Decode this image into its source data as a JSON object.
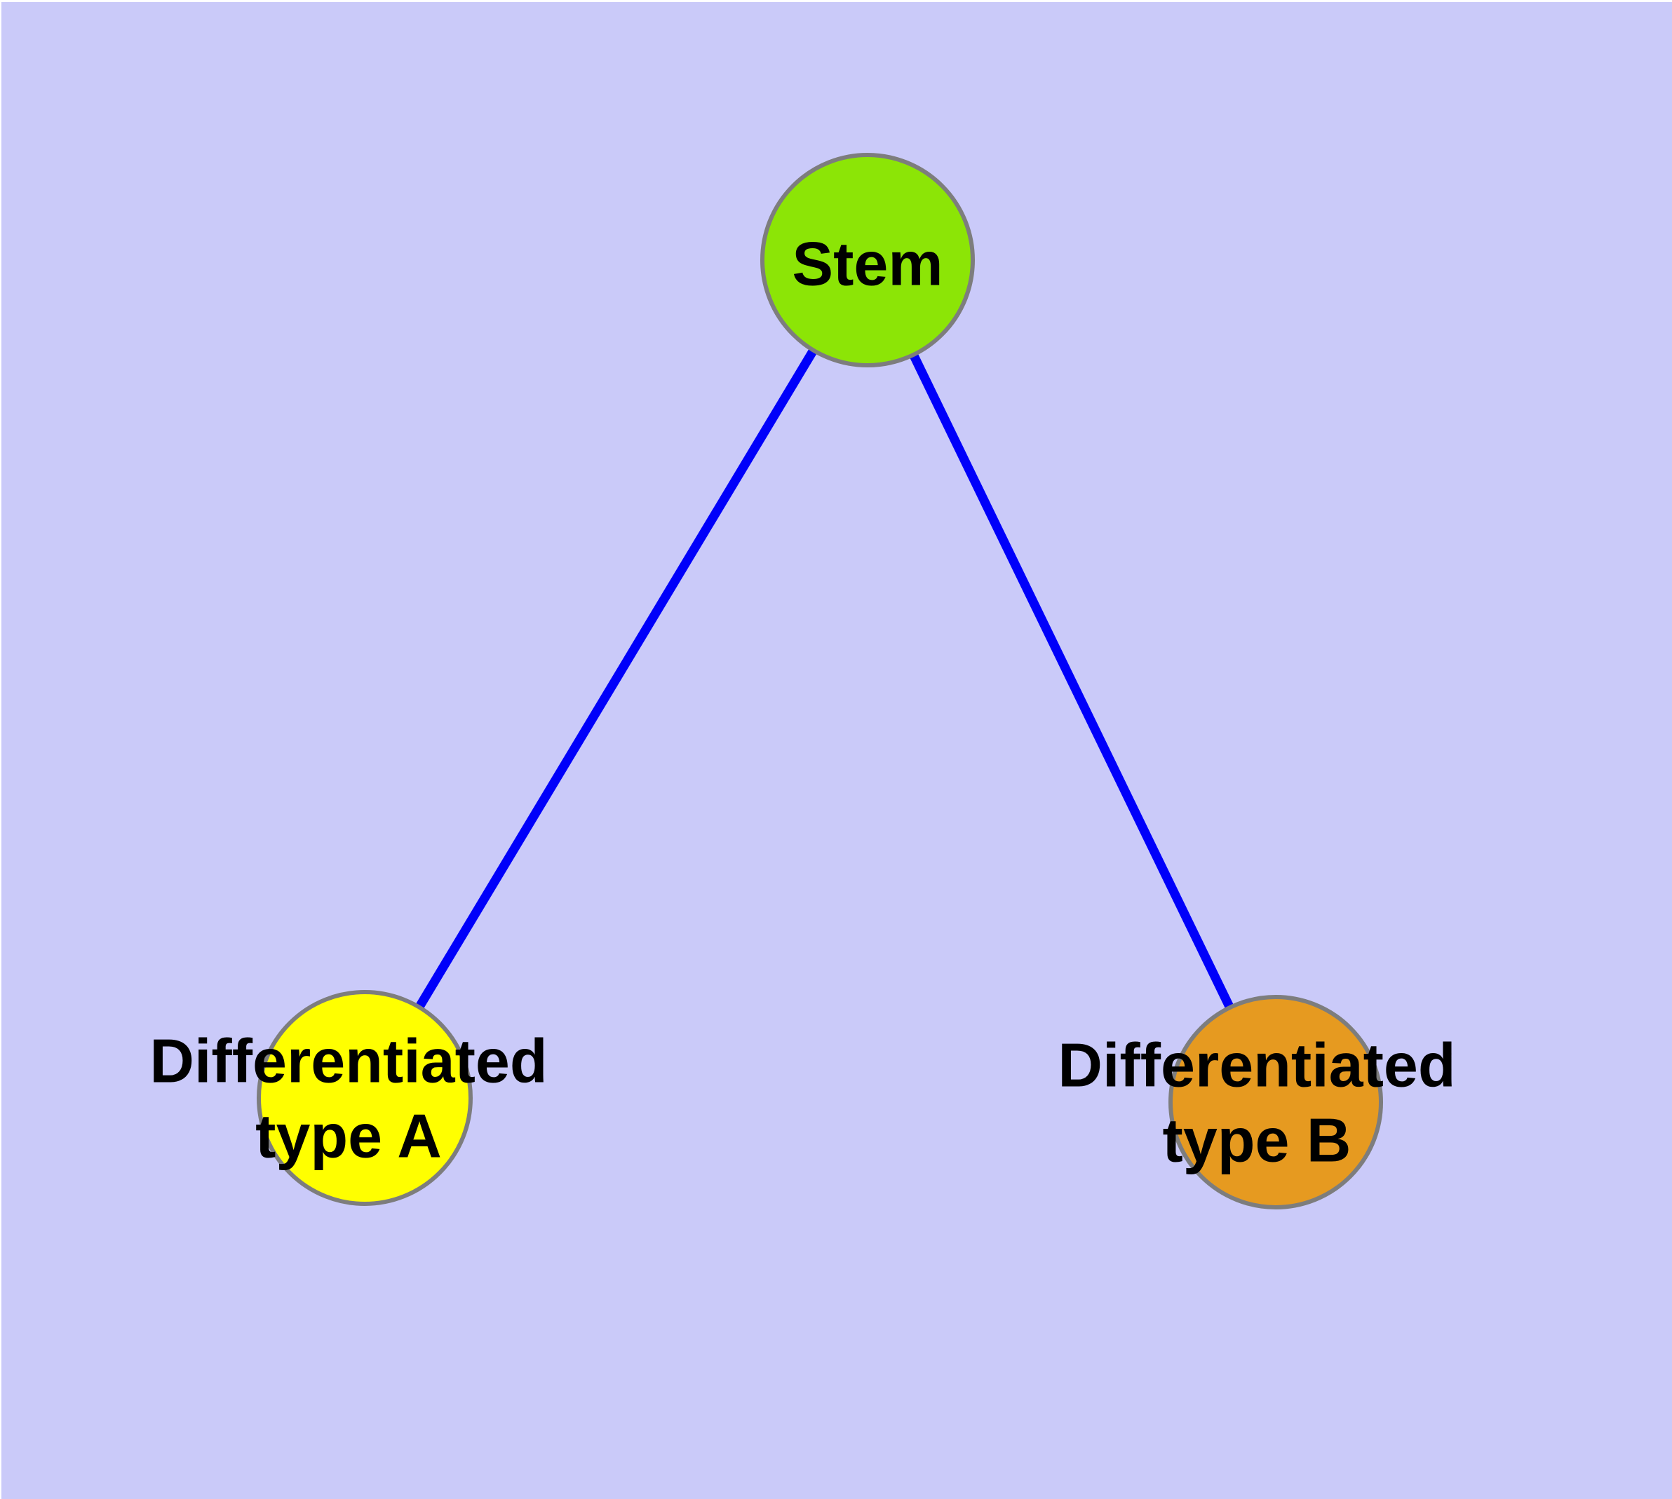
{
  "diagram": {
    "background_color": "#CACAF9",
    "page_border_color": "#FFFFFF",
    "edge_color": "#0000FA",
    "node_border_color": "#7D7D7D",
    "label_color": "#000000",
    "nodes": [
      {
        "id": "stem",
        "label": "Stem",
        "lines": [
          "Stem"
        ],
        "fill": "#8CE506"
      },
      {
        "id": "differentiated-type-a",
        "label": "Differentiated type A",
        "lines": [
          "Differentiated",
          "type A"
        ],
        "fill": "#FFFF00"
      },
      {
        "id": "differentiated-type-b",
        "label": "Differentiated type B",
        "lines": [
          "Differentiated",
          "type B"
        ],
        "fill": "#E69A20"
      }
    ],
    "edges": [
      {
        "from": "stem",
        "to": "differentiated-type-a"
      },
      {
        "from": "stem",
        "to": "differentiated-type-b"
      }
    ]
  }
}
